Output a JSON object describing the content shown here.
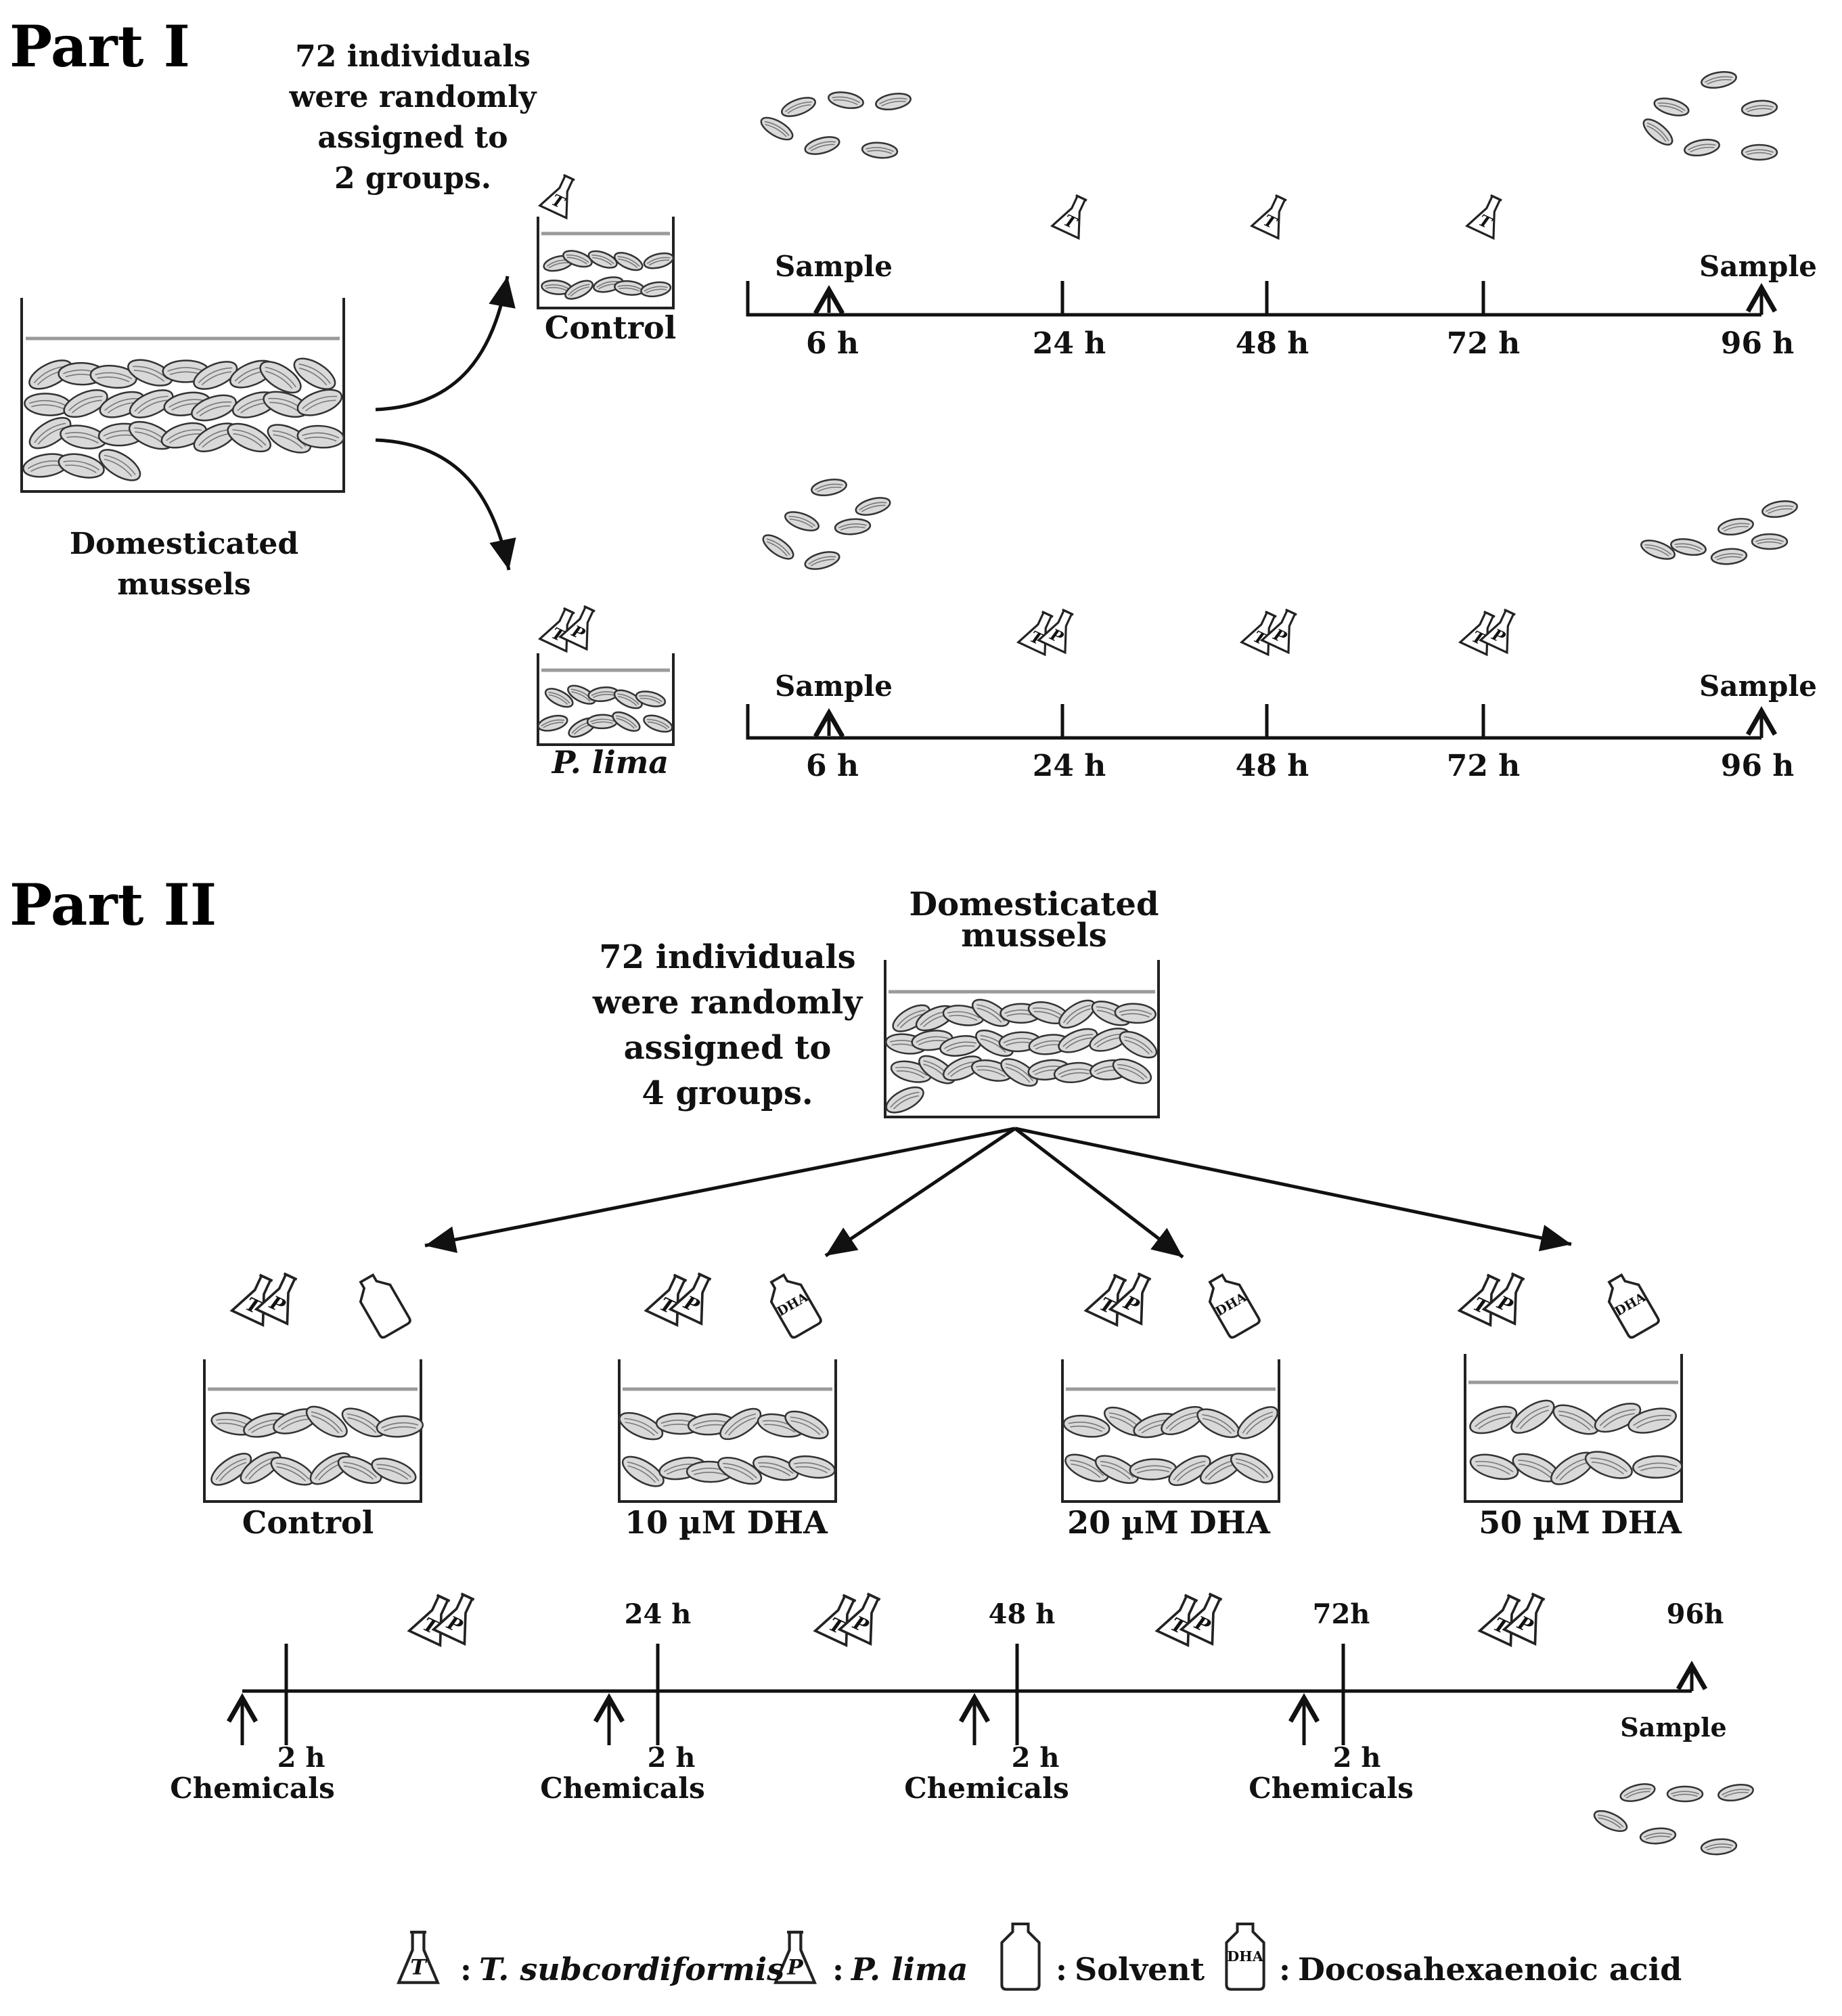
{
  "part1": {
    "heading": "Part I",
    "source_label": [
      "Domesticated",
      "mussels"
    ],
    "assign_note": [
      "72 individuals",
      "were randomly",
      "assigned to",
      "2 groups."
    ],
    "groups": [
      {
        "name": "Control",
        "flask_letters": [
          "T"
        ]
      },
      {
        "name": "P. lima",
        "flask_letters": [
          "T",
          "P"
        ]
      }
    ],
    "timeline": {
      "ticks": [
        "6 h",
        "24 h",
        "48 h",
        "72 h",
        "96 h"
      ],
      "sample_label": "Sample"
    }
  },
  "part2": {
    "heading": "Part II",
    "source_label": [
      "Domesticated",
      "mussels"
    ],
    "assign_note": [
      "72 individuals",
      "were randomly",
      "assigned to",
      "4 groups."
    ],
    "groups": [
      {
        "name": "Control",
        "bottle": ""
      },
      {
        "name": "10 µM DHA",
        "bottle": "DHA"
      },
      {
        "name": "20 µM DHA",
        "bottle": "DHA"
      },
      {
        "name": "50 µM DHA",
        "bottle": "DHA"
      }
    ],
    "timeline": {
      "top_ticks": [
        "24 h",
        "48 h",
        "72h",
        "96h"
      ],
      "bottom_tick": "2 h",
      "chemicals_label": "Chemicals",
      "sample_label": "Sample"
    }
  },
  "legend": {
    "items": [
      {
        "icon_letter": "T",
        "separator": ":",
        "text": "T. subcordiformis"
      },
      {
        "icon_letter": "P",
        "separator": ":",
        "text": "P. lima"
      },
      {
        "icon_letter": "",
        "separator": ":",
        "text": "Solvent"
      },
      {
        "icon_letter": "DHA",
        "separator": ":",
        "text": "Docosahexaenoic acid"
      }
    ]
  },
  "icons": {
    "flask": "erlenmeyer-flask-icon",
    "bottle": "reagent-bottle-icon",
    "mussel": "mussel-icon",
    "arrow": "arrow-icon"
  }
}
